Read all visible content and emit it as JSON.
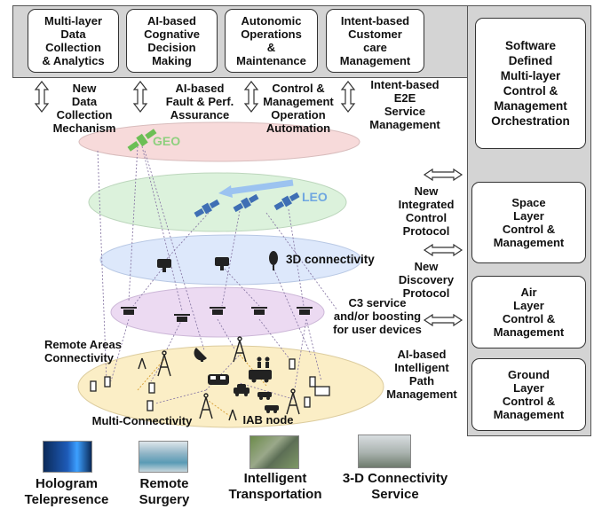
{
  "top_boxes": [
    "Multi-layer\nData\nCollection\n& Analytics",
    "AI-based\nCognative\nDecision\nMaking",
    "Autonomic\nOperations\n&\nMaintenance",
    "Intent-based\nCustomer\ncare\nManagement"
  ],
  "side_boxes": [
    "Software\nDefined\nMulti-layer\nControl &\nManagement\nOrchestration",
    "Space\nLayer\nControl &\nManagement",
    "Air\nLayer\nControl &\nManagement",
    "Ground\nLayer\nControl &\nManagement"
  ],
  "arrow_labels": [
    "New\nData\nCollection\nMechanism",
    "AI-based\nFault & Perf.\nAssurance",
    "Control &\nManagement\nOperation\nAutomation",
    "Intent-based\nE2E\nService\nManagement"
  ],
  "layers": {
    "geo": "GEO",
    "leo": "LEO",
    "connectivity_3d": "3D connectivity"
  },
  "right_labels": [
    "New\nIntegrated\nControl\nProtocol",
    "New\nDiscovery\nProtocol",
    "C3 service\nand/or boosting\nfor user devices",
    "AI-based\nIntelligent\nPath\nManagement"
  ],
  "ground_labels": {
    "remote": "Remote Areas\nConnectivity",
    "multi": "Multi-Connectivity",
    "iab": "IAB node"
  },
  "use_cases": [
    "Hologram\nTelepresence",
    "Remote\nSurgery",
    "Intelligent\nTransportation",
    "3-D Connectivity\nService"
  ],
  "colors": {
    "panel": "#d4d4d4",
    "geo_fill": "#f7dada",
    "leo_fill": "#dcf2dc",
    "air_fill": "#dde8fb",
    "drone_fill": "#ecdaf2",
    "ground_fill": "#fbeec6",
    "geo_text": "#8fd07f",
    "leo_text": "#6fa7e0"
  },
  "icons": [
    "satellite-icon",
    "drone-icon",
    "cell-tower-icon",
    "car-icon",
    "bus-icon",
    "train-icon",
    "phone-icon",
    "laptop-icon",
    "dish-icon"
  ]
}
